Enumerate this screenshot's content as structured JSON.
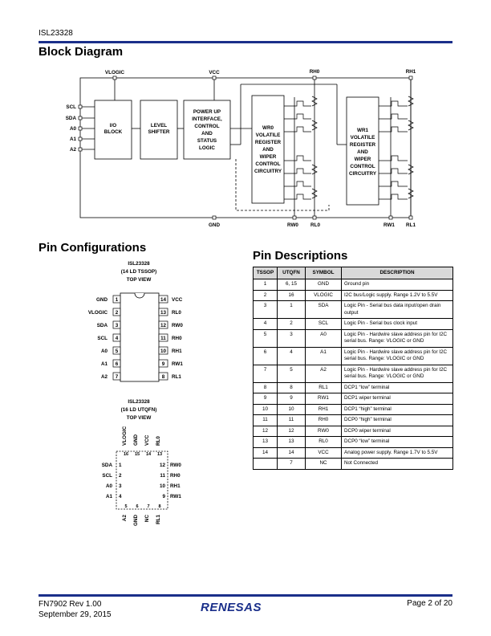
{
  "header": {
    "doc_name": "ISL23328"
  },
  "block_diagram": {
    "title": "Block Diagram",
    "pins_left": [
      "SCL",
      "SDA",
      "A0",
      "A1",
      "A2"
    ],
    "top_labels": {
      "vlogic": "VLOGIC",
      "vcc": "VCC",
      "rh0": "RH0",
      "rh1": "RH1"
    },
    "bottom_labels": {
      "gnd": "GND",
      "rw0": "RW0",
      "rl0": "RL0",
      "rw1": "RW1",
      "rl1": "RL1"
    },
    "blocks": {
      "io": [
        "I/O",
        "BLOCK"
      ],
      "level": [
        "LEVEL",
        "SHIFTER"
      ],
      "power": [
        "POWER UP",
        "INTERFACE,",
        "CONTROL",
        "AND",
        "STATUS",
        "LOGIC"
      ],
      "wr0": [
        "WR0",
        "VOLATILE",
        "REGISTER",
        "AND",
        "WIPER",
        "CONTROL",
        "CIRCUITRY"
      ],
      "wr1": [
        "WR1",
        "VOLATILE",
        "REGISTER",
        "AND",
        "WIPER",
        "CONTROL",
        "CIRCUITRY"
      ]
    }
  },
  "pin_configurations": {
    "title": "Pin Configurations",
    "tssop": {
      "name": "ISL23328",
      "package": "(14 LD TSSOP)",
      "view": "TOP VIEW",
      "left_pins": [
        {
          "num": "1",
          "label": "GND"
        },
        {
          "num": "2",
          "label": "VLOGIC"
        },
        {
          "num": "3",
          "label": "SDA"
        },
        {
          "num": "4",
          "label": "SCL"
        },
        {
          "num": "5",
          "label": "A0"
        },
        {
          "num": "6",
          "label": "A1"
        },
        {
          "num": "7",
          "label": "A2"
        }
      ],
      "right_pins": [
        {
          "num": "14",
          "label": "VCC"
        },
        {
          "num": "13",
          "label": "RL0"
        },
        {
          "num": "12",
          "label": "RW0"
        },
        {
          "num": "11",
          "label": "RH0"
        },
        {
          "num": "10",
          "label": "RH1"
        },
        {
          "num": "9",
          "label": "RW1"
        },
        {
          "num": "8",
          "label": "RL1"
        }
      ]
    },
    "utqfn": {
      "name": "ISL23328",
      "package": "(16 LD UTQFN)",
      "view": "TOP VIEW",
      "top_pins": [
        {
          "num": "16",
          "label": "VLOGIC"
        },
        {
          "num": "15",
          "label": "GND"
        },
        {
          "num": "14",
          "label": "VCC"
        },
        {
          "num": "13",
          "label": "RL0"
        }
      ],
      "left_pins": [
        {
          "num": "1",
          "label": "SDA"
        },
        {
          "num": "2",
          "label": "SCL"
        },
        {
          "num": "3",
          "label": "A0"
        },
        {
          "num": "4",
          "label": "A1"
        }
      ],
      "right_pins": [
        {
          "num": "12",
          "label": "RW0"
        },
        {
          "num": "11",
          "label": "RH0"
        },
        {
          "num": "10",
          "label": "RH1"
        },
        {
          "num": "9",
          "label": "RW1"
        }
      ],
      "bottom_pins": [
        {
          "num": "5",
          "label": "A2"
        },
        {
          "num": "6",
          "label": "GND"
        },
        {
          "num": "7",
          "label": "NC"
        },
        {
          "num": "8",
          "label": "RL1"
        }
      ]
    }
  },
  "pin_descriptions": {
    "title": "Pin Descriptions",
    "columns": [
      "TSSOP",
      "UTQFN",
      "SYMBOL",
      "DESCRIPTION"
    ],
    "rows": [
      [
        "1",
        "6, 15",
        "GND",
        "Ground pin"
      ],
      [
        "2",
        "16",
        "VLOGIC",
        "I2C bus/Logic supply. Range 1.2V to 5.5V"
      ],
      [
        "3",
        "1",
        "SDA",
        "Logic Pin - Serial bus data input/open drain output"
      ],
      [
        "4",
        "2",
        "SCL",
        "Logic Pin - Serial bus clock input"
      ],
      [
        "5",
        "3",
        "A0",
        "Logic Pin - Hardwire slave address pin for I2C serial bus. Range: VLOGIC or GND"
      ],
      [
        "6",
        "4",
        "A1",
        "Logic Pin - Hardwire slave address pin for I2C serial bus. Range: VLOGIC or GND"
      ],
      [
        "7",
        "5",
        "A2",
        "Logic Pin - Hardwire slave address pin for I2C serial bus. Range: VLOGIC or GND"
      ],
      [
        "8",
        "8",
        "RL1",
        "DCP1 “low” terminal"
      ],
      [
        "9",
        "9",
        "RW1",
        "DCP1 wiper terminal"
      ],
      [
        "10",
        "10",
        "RH1",
        "DCP1 “high” terminal"
      ],
      [
        "11",
        "11",
        "RH0",
        "DCP0 “high” terminal"
      ],
      [
        "12",
        "12",
        "RW0",
        "DCP0 wiper terminal"
      ],
      [
        "13",
        "13",
        "RL0",
        "DCP0 “low” terminal"
      ],
      [
        "14",
        "14",
        "VCC",
        "Analog power supply. Range 1.7V to 5.5V"
      ],
      [
        "",
        "7",
        "NC",
        "Not Connected"
      ]
    ]
  },
  "footer": {
    "doc_number": "FN7902  Rev 1.00",
    "date": "September 29, 2015",
    "page": "Page 2 of 20",
    "logo": "RENESAS"
  }
}
